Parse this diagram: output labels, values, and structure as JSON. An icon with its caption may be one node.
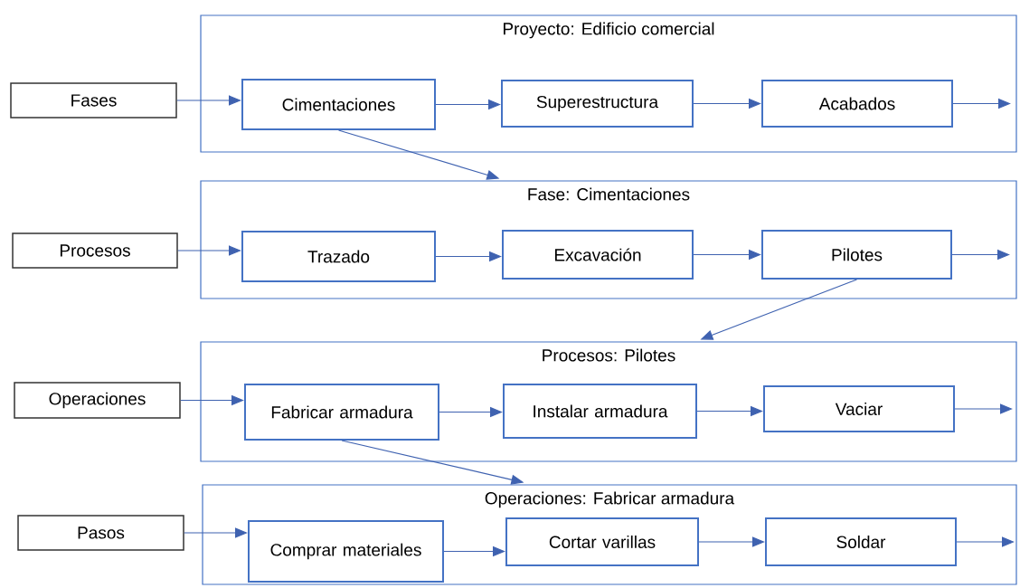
{
  "diagram": {
    "nodes": [
      {
        "text": [
          "Fases"
        ]
      },
      {
        "text": [
          "Proyecto: Edificio comercial"
        ]
      },
      {
        "text": [
          "Cimentaciones"
        ],
        "in": 1
      },
      {
        "text": [
          "Superestructura"
        ],
        "in": 1
      },
      {
        "text": [
          "Acabados"
        ],
        "in": 1
      },
      {
        "text": [
          "Procesos"
        ]
      },
      {
        "text": [
          "Fase: Cimentaciones"
        ]
      },
      {
        "text": [
          "Trazado"
        ],
        "in": 6
      },
      {
        "text": [
          "Excavación"
        ],
        "in": 6
      },
      {
        "text": [
          "Pilotes"
        ],
        "in": 6
      },
      {
        "text": [
          "Operaciones"
        ]
      },
      {
        "text": [
          "Procesos: Pilotes"
        ]
      },
      {
        "text": [
          "Fabricar armadura"
        ],
        "in": 11
      },
      {
        "text": [
          "Instalar armadura"
        ],
        "in": 11
      },
      {
        "text": [
          "Vaciar"
        ],
        "in": 11
      },
      {
        "text": [
          "Pasos"
        ]
      },
      {
        "text": [
          "Operaciones: Fabricar armadura"
        ]
      },
      {
        "text": [
          "Comprar materiales"
        ],
        "in": 16
      },
      {
        "text": [
          "Cortar varillas"
        ],
        "in": 16
      },
      {
        "text": [
          "Soldar"
        ],
        "in": 16
      }
    ],
    "edges": [
      {
        "from": 0,
        "to": 2,
        "arrow": "to"
      },
      {
        "from": 2,
        "to": 3,
        "arrow": "to"
      },
      {
        "from": 3,
        "to": 4,
        "arrow": "to"
      },
      {
        "from": 4,
        "to": null,
        "arrow": "to"
      },
      {
        "from": 2,
        "to": 6,
        "arrow": "to"
      },
      {
        "from": 5,
        "to": 7,
        "arrow": "to"
      },
      {
        "from": 7,
        "to": 8,
        "arrow": "to"
      },
      {
        "from": 8,
        "to": 9,
        "arrow": "to"
      },
      {
        "from": 9,
        "to": null,
        "arrow": "to"
      },
      {
        "from": 9,
        "to": 11,
        "arrow": "to"
      },
      {
        "from": 10,
        "to": 12,
        "arrow": "to"
      },
      {
        "from": 12,
        "to": 13,
        "arrow": "to"
      },
      {
        "from": 13,
        "to": 14,
        "arrow": "to"
      },
      {
        "from": 14,
        "to": null,
        "arrow": "to"
      },
      {
        "from": 12,
        "to": 16,
        "arrow": "to"
      },
      {
        "from": 15,
        "to": 17,
        "arrow": "to"
      },
      {
        "from": 17,
        "to": 18,
        "arrow": "to"
      },
      {
        "from": 18,
        "to": 19,
        "arrow": "to"
      },
      {
        "from": 19,
        "to": null,
        "arrow": "to"
      }
    ]
  }
}
